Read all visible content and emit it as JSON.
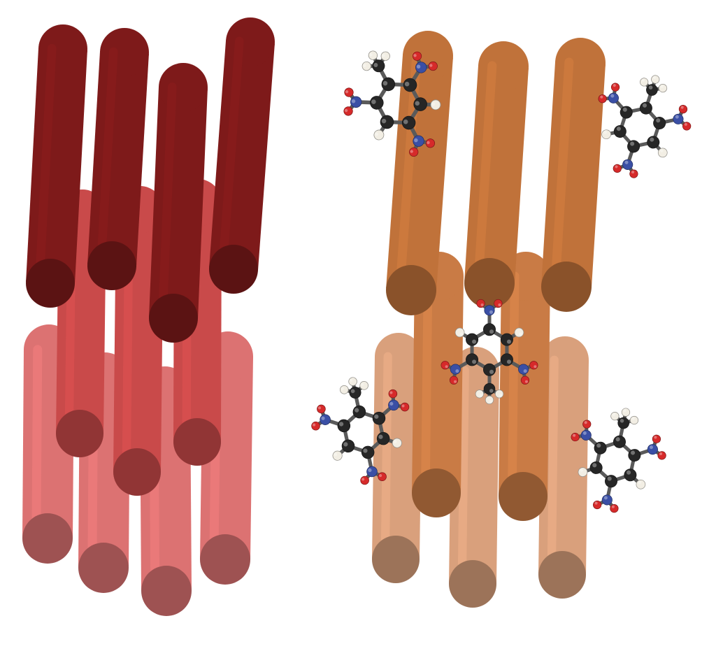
{
  "colors": {
    "background": "#ffffff",
    "red_layer_back": "#dc7272",
    "red_layer_mid": "#c94a4a",
    "red_layer_front": "#7e1a1a",
    "orange_layer_back": "#d9a07c",
    "orange_layer_mid": "#c97b45",
    "orange_layer_front": "#c0723a",
    "atom_carbon": "#262626",
    "atom_hydrogen": "#f2eee4",
    "atom_nitrogen": "#3a4fa5",
    "atom_oxygen": "#d62a2a",
    "bond": "#5a5a5a"
  },
  "panels": [
    {
      "name": "pure-column-stack",
      "layers": 3,
      "rods_per_layer": 4,
      "has_guest_molecules": false
    },
    {
      "name": "intercalated-column-stack",
      "layers": 3,
      "rods_per_layer": 3,
      "has_guest_molecules": true,
      "guest_molecule_count": 5
    }
  ],
  "guest_molecule": {
    "name": "trinitrotoluene-icon",
    "atoms": [
      "C",
      "H",
      "N",
      "O"
    ]
  }
}
